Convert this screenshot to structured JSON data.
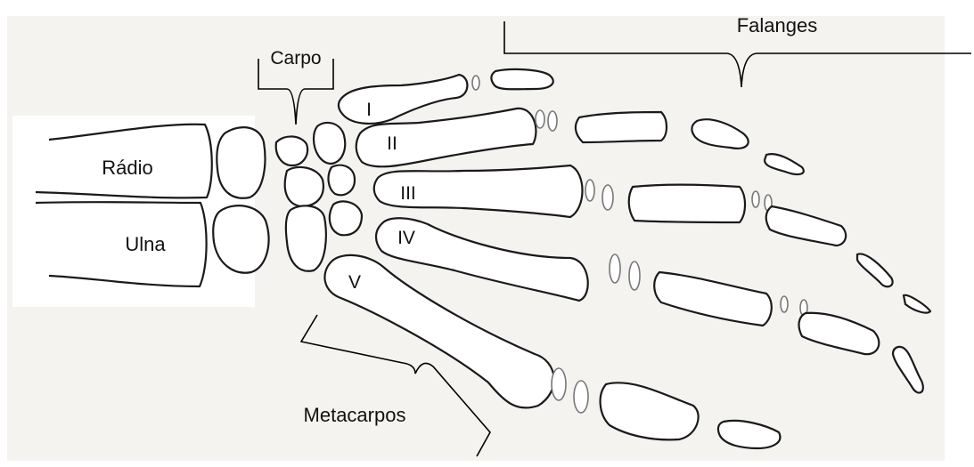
{
  "labels": {
    "falanges": "Falanges",
    "carpo": "Carpo",
    "metacarpos": "Metacarpos",
    "radio": "Rádio",
    "ulna": "Ulna",
    "metacarpal_1": "I",
    "metacarpal_2": "II",
    "metacarpal_3": "III",
    "metacarpal_4": "IV",
    "metacarpal_5": "V"
  },
  "colors": {
    "background": "#ffffff",
    "paper": "#f4f3f0",
    "outline": "#1a1a1a",
    "text": "#111111"
  }
}
